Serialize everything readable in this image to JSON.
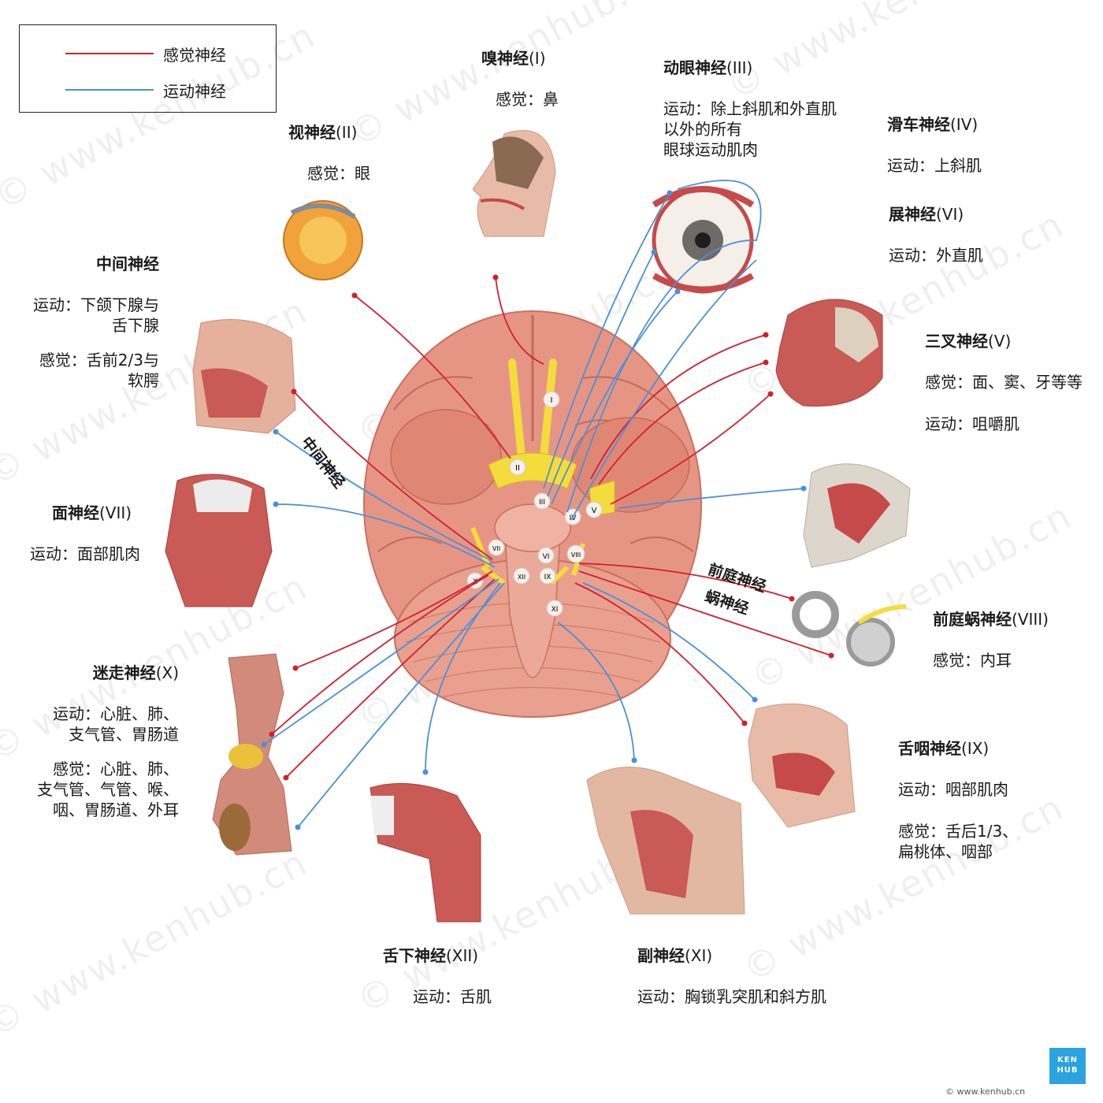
{
  "legend": {
    "sensory": "感觉神经",
    "motor": "运动神经"
  },
  "colors": {
    "sensory_line": "#d0202e",
    "motor_line": "#4a90d9",
    "nerve_yellow": "#f4dc3c",
    "brain_pink": "#e8907e",
    "muscle_red": "#c64a4a"
  },
  "nerves": {
    "olfactory": {
      "title": "嗅神经",
      "numeral": "(I)",
      "lines": [
        "感觉：鼻"
      ]
    },
    "optic": {
      "title": "视神经",
      "numeral": "(II)",
      "lines": [
        "感觉：眼"
      ]
    },
    "oculomotor": {
      "title": "动眼神经",
      "numeral": "(III)",
      "lines": [
        "运动：除上斜肌和外直肌",
        "以外的所有",
        "眼球运动肌肉"
      ]
    },
    "trochlear": {
      "title": "滑车神经",
      "numeral": "(IV)",
      "lines": [
        "运动：上斜肌"
      ]
    },
    "abducens": {
      "title": "展神经",
      "numeral": "(VI)",
      "lines": [
        "运动：外直肌"
      ]
    },
    "trigeminal": {
      "title": "三叉神经",
      "numeral": "(V)",
      "lines": [
        "感觉：面、窦、牙等等",
        "运动：咀嚼肌"
      ]
    },
    "intermedius": {
      "title": "中间神经",
      "lines": [
        "运动：下颌下腺与",
        "舌下腺",
        "感觉：舌前2/3与",
        "软腭"
      ]
    },
    "facial": {
      "title": "面神经",
      "numeral": "(VII)",
      "lines": [
        "运动：面部肌肉"
      ]
    },
    "vestibulocochlear": {
      "title": "前庭蜗神经",
      "numeral": "(VIII)",
      "lines": [
        "感觉：内耳"
      ]
    },
    "vagus": {
      "title": "迷走神经",
      "numeral": "(X)",
      "lines": [
        "运动：心脏、肺、",
        "支气管、胃肠道",
        "感觉：心脏、肺、",
        "支气管、气管、喉、",
        "咽、胃肠道、外耳"
      ]
    },
    "glossopharyngeal": {
      "title": "舌咽神经",
      "numeral": "(IX)",
      "lines": [
        "运动：咽部肌肉",
        "感觉：舌后1/3、",
        "扁桃体、咽部"
      ]
    },
    "hypoglossal": {
      "title": "舌下神经",
      "numeral": "(XII)",
      "lines": [
        "运动：舌肌"
      ]
    },
    "accessory": {
      "title": "副神经",
      "numeral": "(XI)",
      "lines": [
        "运动：胸锁乳突肌和斜方肌"
      ]
    }
  },
  "inline_labels": {
    "intermedius_diag": "中间神经",
    "vestibular": "前庭神经",
    "cochlear": "蜗神经"
  },
  "brain_numerals": [
    "I",
    "II",
    "III",
    "IV",
    "V",
    "VI",
    "VII",
    "VIII",
    "IX",
    "X",
    "XI",
    "XII"
  ],
  "watermark": "© www.kenhub.cn",
  "logo": {
    "line1": "KEN",
    "line2": "HUB"
  },
  "footer_url": "© www.kenhub.cn"
}
